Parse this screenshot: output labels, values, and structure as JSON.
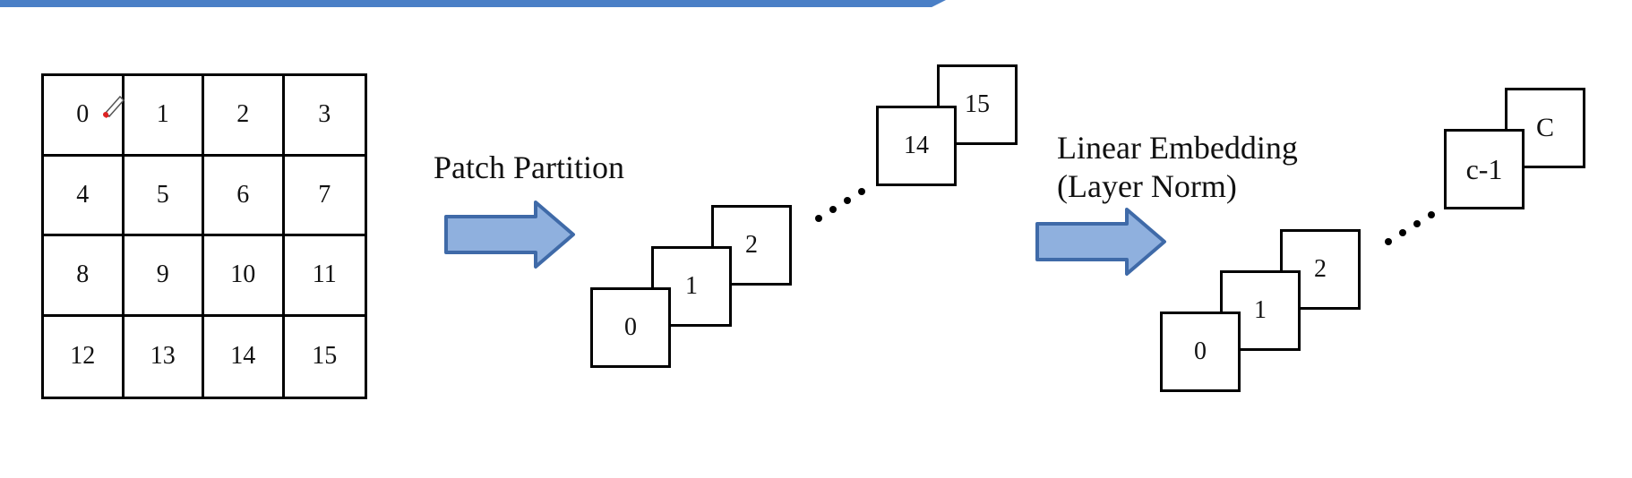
{
  "grid": {
    "cells": [
      "0",
      "1",
      "2",
      "3",
      "4",
      "5",
      "6",
      "7",
      "8",
      "9",
      "10",
      "11",
      "12",
      "13",
      "14",
      "15"
    ]
  },
  "partition": {
    "label": "Patch Partition",
    "boxes": [
      "0",
      "1",
      "2"
    ],
    "tail_boxes": [
      "14",
      "15"
    ]
  },
  "embedding": {
    "label_line1": "Linear Embedding",
    "label_line2": "(Layer Norm)",
    "boxes": [
      "0",
      "1",
      "2"
    ],
    "tail_boxes": [
      "c-1",
      "C"
    ]
  },
  "colors": {
    "arrow_fill": "#8fb0de",
    "arrow_stroke": "#3f6aa8",
    "top_bar": "#4a7fc6"
  }
}
